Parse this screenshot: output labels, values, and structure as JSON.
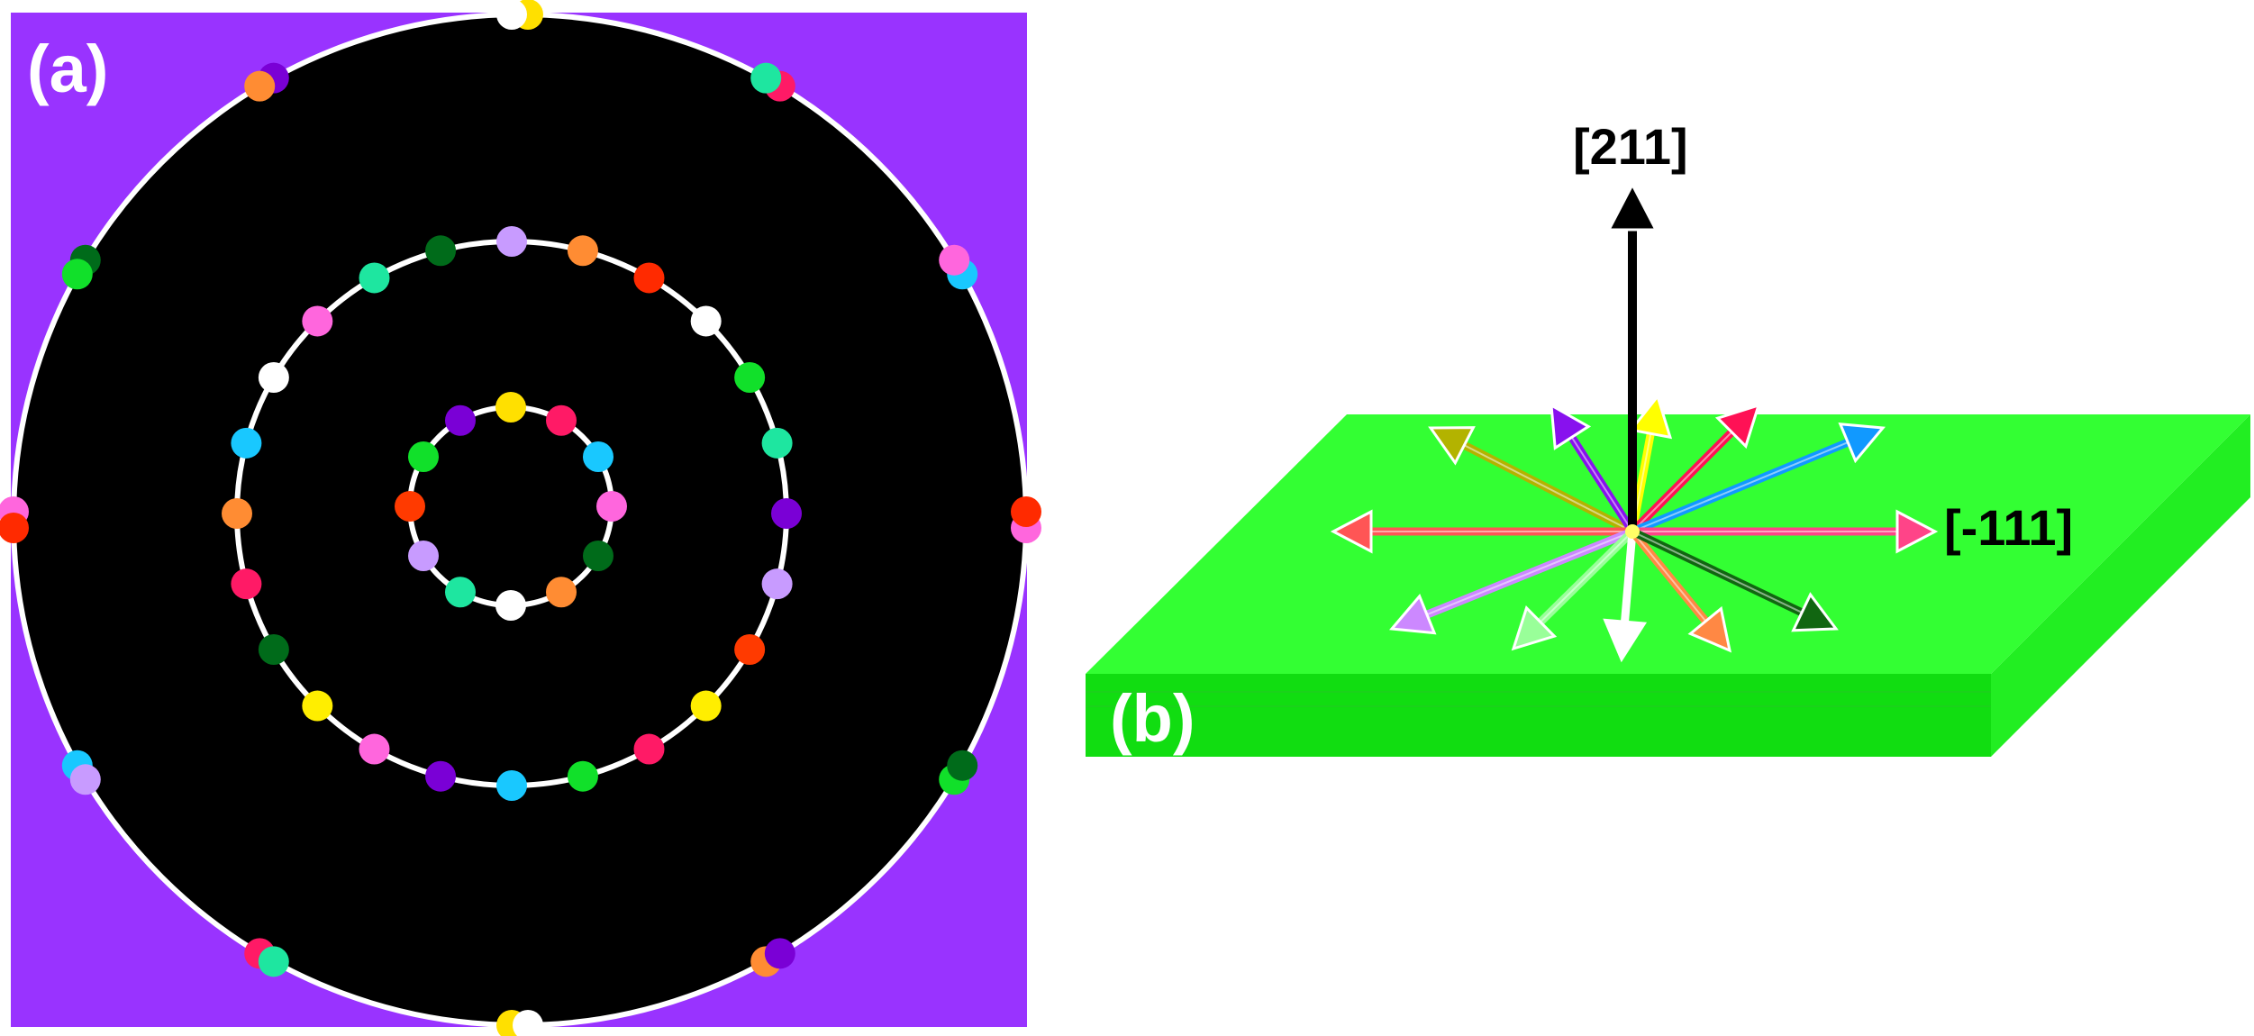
{
  "panel_a": {
    "label": "(a)",
    "colors": {
      "background": "#9933ff",
      "disk": "#000000",
      "ring": "#ffffff"
    },
    "rings": [
      {
        "name": "inner-ring",
        "dots": [
          "#ffe000",
          "#ff1a66",
          "#19c8ff",
          "#ff66dd",
          "#006b1a",
          "#ff8c33",
          "#ffffff",
          "#1ee6a0",
          "#c89bff",
          "#ff3a00",
          "#11e02a",
          "#7a00d6"
        ]
      },
      {
        "name": "middle-ring",
        "dots": [
          "#c89bff",
          "#ff8c33",
          "#ff2a00",
          "#ffffff",
          "#11e02a",
          "#1ee6a0",
          "#7a00d6",
          "#c89bff",
          "#ff3a00",
          "#ffee00",
          "#ff1a66",
          "#11e02a",
          "#19c8ff",
          "#7a00d6",
          "#ff66dd",
          "#ffee00",
          "#006b1a",
          "#ff1a66",
          "#ff8c33",
          "#19c8ff",
          "#ffffff",
          "#ff66dd",
          "#1ee6a0",
          "#006b1a"
        ]
      },
      {
        "name": "outer-ring",
        "dots": [
          [
            "#ffffff",
            "#ffe000"
          ],
          [
            "#1ee6a0",
            "#ff1a66"
          ],
          [
            "#ff66dd",
            "#19c8ff"
          ],
          [
            "#ff2a00",
            "#ff66dd"
          ],
          [
            "#006b1a",
            "#11e02a"
          ],
          [
            "#7a00d6",
            "#ff8c33"
          ],
          [
            "#ffffff",
            "#ffe000"
          ],
          [
            "#1ee6a0",
            "#ff1a66"
          ],
          [
            "#c89bff",
            "#19c8ff"
          ],
          [
            "#ff2a00",
            "#ff66dd"
          ],
          [
            "#11e02a",
            "#006b1a"
          ],
          [
            "#ff8c33",
            "#7a00d6"
          ]
        ]
      }
    ]
  },
  "panel_b": {
    "label": "(b)",
    "axis_up": "[211]",
    "axis_right": "[-111]",
    "colors": {
      "slab_top": "#33ff33",
      "slab_front": "#11dd11",
      "slab_side": "#22ee22"
    },
    "arrows": [
      {
        "name": "arrow-olive",
        "color": "#b3b300"
      },
      {
        "name": "arrow-violet",
        "color": "#8811ee"
      },
      {
        "name": "arrow-yellow",
        "color": "#ffff00"
      },
      {
        "name": "arrow-crimson",
        "color": "#ff1155"
      },
      {
        "name": "arrow-azure",
        "color": "#1199ff"
      },
      {
        "name": "arrow-salmon",
        "color": "#ff5555"
      },
      {
        "name": "arrow-pink",
        "color": "#ff4488"
      },
      {
        "name": "arrow-lavender",
        "color": "#cc88ff"
      },
      {
        "name": "arrow-pale-green",
        "color": "#99ff99"
      },
      {
        "name": "arrow-white",
        "color": "#ffffff"
      },
      {
        "name": "arrow-orange",
        "color": "#ff8844"
      },
      {
        "name": "arrow-dark-green",
        "color": "#116611"
      },
      {
        "name": "arrow-black",
        "color": "#000000"
      }
    ]
  }
}
